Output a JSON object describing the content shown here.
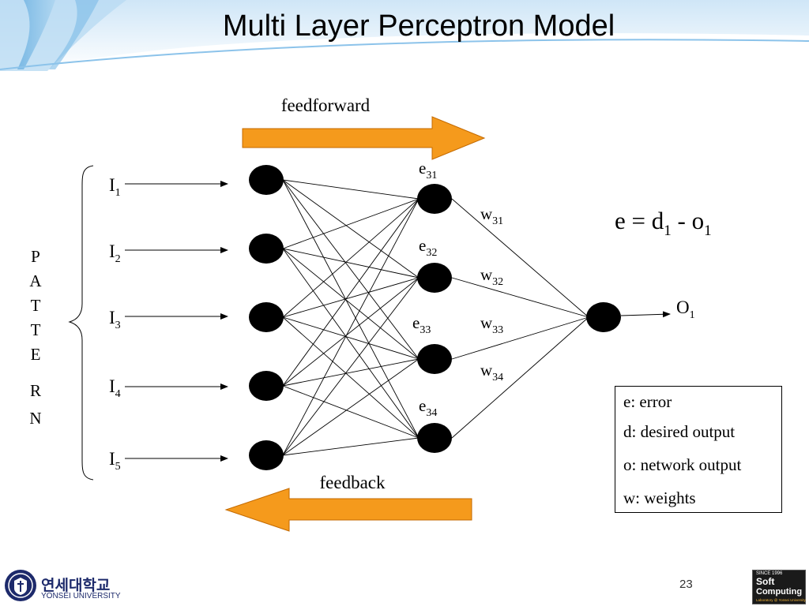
{
  "slide": {
    "title": "Multi Layer Perceptron Model",
    "page_number": "23"
  },
  "diagram": {
    "feedforward_label": "feedforward",
    "feedback_label": "feedback",
    "pattern_letters": [
      "P",
      "A",
      "T",
      "T",
      "E",
      "R",
      "N"
    ],
    "inputs": [
      {
        "base": "I",
        "sub": "1"
      },
      {
        "base": "I",
        "sub": "2"
      },
      {
        "base": "I",
        "sub": "3"
      },
      {
        "base": "I",
        "sub": "4"
      },
      {
        "base": "I",
        "sub": "5"
      }
    ],
    "errors": [
      {
        "base": "e",
        "sub": "31"
      },
      {
        "base": "e",
        "sub": "32"
      },
      {
        "base": "e",
        "sub": "33"
      },
      {
        "base": "e",
        "sub": "34"
      }
    ],
    "weights": [
      {
        "base": "w",
        "sub": "31"
      },
      {
        "base": "w",
        "sub": "32"
      },
      {
        "base": "w",
        "sub": "33"
      },
      {
        "base": "w",
        "sub": "34"
      }
    ],
    "output": {
      "base": "O",
      "sub": "1"
    },
    "equation": {
      "lhs": "e = d",
      "sub1": "1",
      "mid": " - o",
      "sub2": "1"
    },
    "arrow_color": "#f59a1c"
  },
  "legend": {
    "lines": [
      "e: error",
      "d: desired output",
      "o: network output",
      "w: weights"
    ]
  },
  "footer": {
    "university_kr": "연세대학교",
    "university_en": "YONSEI UNIVERSITY",
    "lab_top": "SINCE 1996",
    "lab_soft": "Soft",
    "lab_computing": "Computing",
    "lab_bottom": "Laboratory @ Yonsei University"
  }
}
